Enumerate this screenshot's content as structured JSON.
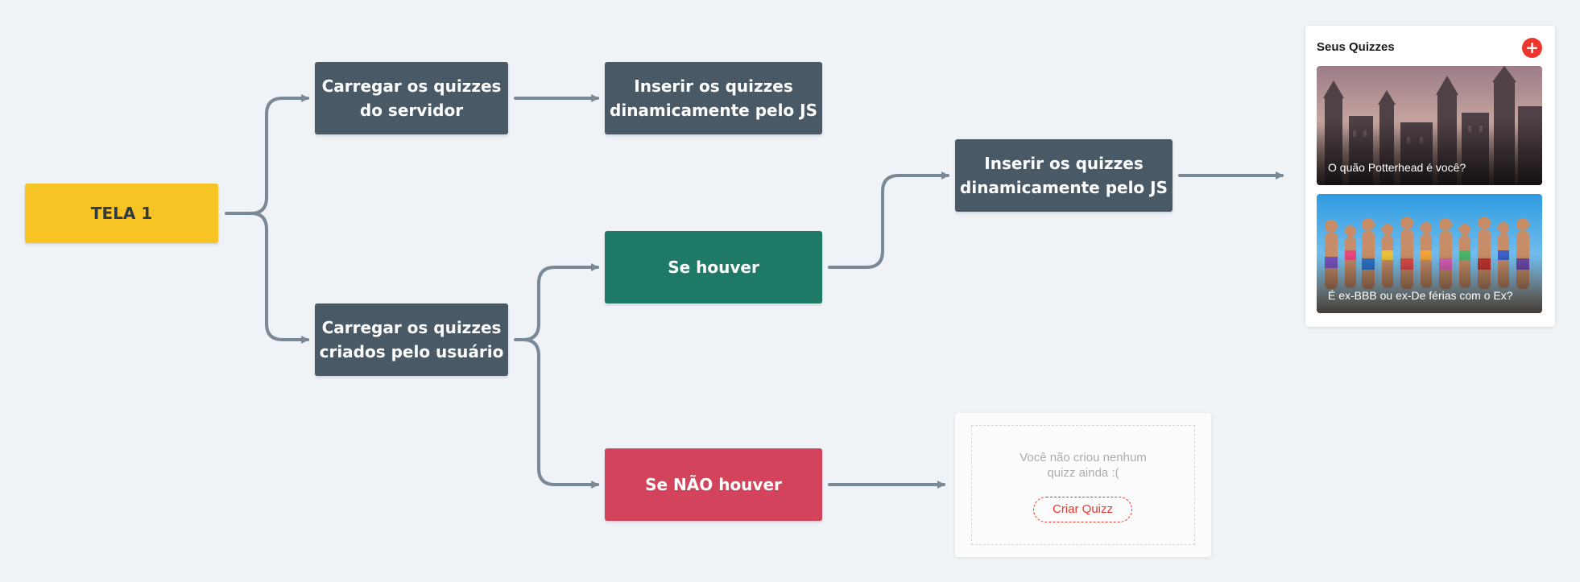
{
  "nodes": {
    "start": {
      "label": "TELA 1"
    },
    "load_server": {
      "line1": "Carregar os quizzes",
      "line2": "do servidor"
    },
    "insert_1": {
      "line1": "Inserir os quizzes",
      "line2": "dinamicamente pelo JS"
    },
    "load_user": {
      "line1": "Carregar os quizzes",
      "line2": "criados pelo usuário"
    },
    "if_yes": {
      "label": "Se houver"
    },
    "if_no": {
      "label": "Se NÃO houver"
    },
    "insert_2": {
      "line1": "Inserir os quizzes",
      "line2": "dinamicamente pelo JS"
    }
  },
  "colors": {
    "start": "#f8c425",
    "process": "#4a5966",
    "yes": "#1e7a66",
    "no": "#d3435b",
    "connector": "#7b8896",
    "accent": "#ec362d"
  },
  "quizzes_panel": {
    "title": "Seus Quizzes",
    "add_icon": "plus-icon",
    "add_symbol": "+",
    "quizzes": [
      {
        "title": "O quão Potterhead é você?",
        "image": "castle-image"
      },
      {
        "title": "É ex-BBB ou ex-De férias com o Ex?",
        "image": "beach-group-image"
      }
    ]
  },
  "empty_state": {
    "message_line1": "Você não criou nenhum",
    "message_line2": "quizz ainda :(",
    "button_label": "Criar Quizz"
  }
}
